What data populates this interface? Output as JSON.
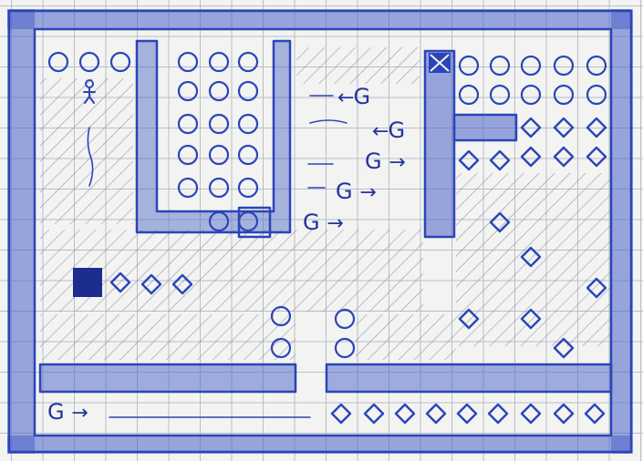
{
  "ghosts": [
    {
      "letter": "G",
      "arrow": "←",
      "dir": "left"
    },
    {
      "letter": "G",
      "arrow": "←",
      "dir": "left"
    },
    {
      "letter": "G",
      "arrow": "→",
      "dir": "right"
    },
    {
      "letter": "G",
      "arrow": "→",
      "dir": "right"
    },
    {
      "letter": "G",
      "arrow": "→",
      "dir": "right"
    },
    {
      "letter": "G",
      "arrow": "→",
      "dir": "right"
    }
  ],
  "colors": {
    "ink": "#2a45b8",
    "paper": "#f3f3f1",
    "grid": "#b9bdc9",
    "dark_block": "#1c2d8f"
  },
  "icons": {
    "player": "stick-figure-icon",
    "coin": "circle-coin-icon",
    "gem": "diamond-gem-icon",
    "ghost": "letter-g-ghost",
    "goal": "x-box-icon"
  }
}
